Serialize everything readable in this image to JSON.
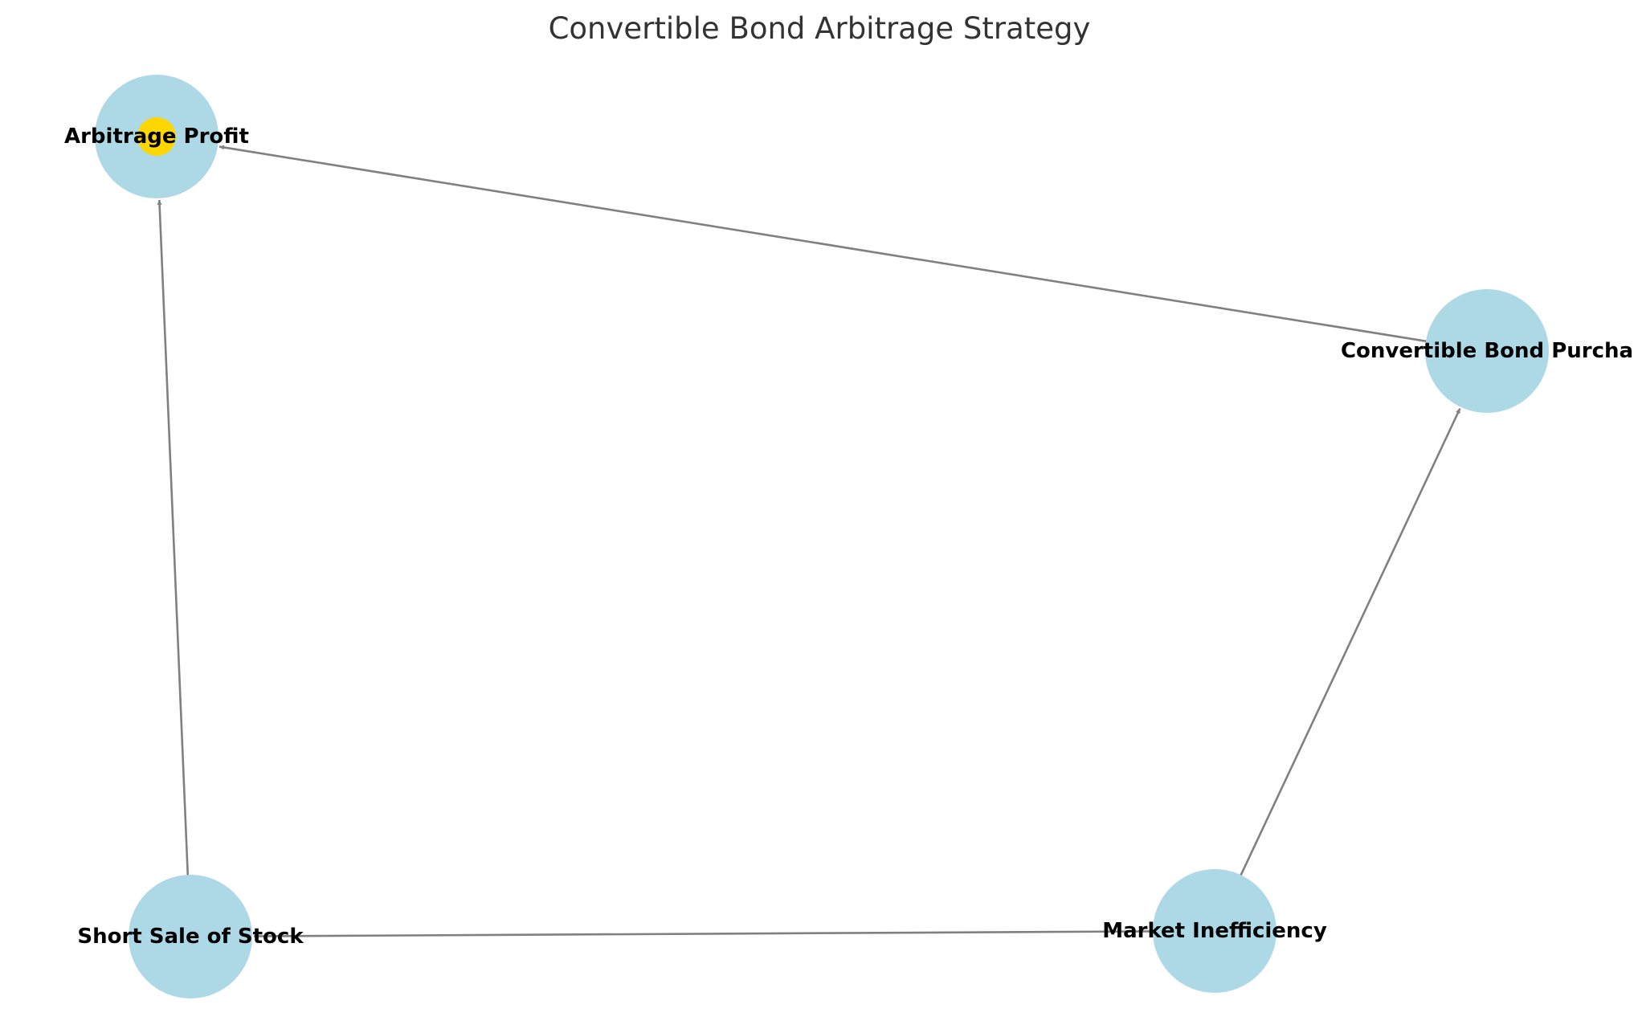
{
  "title": "Convertible Bond Arbitrage Strategy",
  "colors": {
    "node_fill": "#add8e6",
    "highlight_fill": "#ffd700",
    "edge_color": "#808080",
    "label_color": "#000000",
    "title_color": "#333333"
  },
  "nodes": [
    {
      "id": "arbitrage-profit",
      "label": "Arbitrage Profit",
      "highlight": true
    },
    {
      "id": "convertible-bond-purchase",
      "label": "Convertible Bond Purcha",
      "highlight": false
    },
    {
      "id": "short-sale-of-stock",
      "label": "Short Sale of Stock",
      "highlight": false
    },
    {
      "id": "market-inefficiency",
      "label": "Market Inefficiency",
      "highlight": false
    }
  ],
  "edges": [
    {
      "from": "market-inefficiency",
      "to": "convertible-bond-purchase"
    },
    {
      "from": "market-inefficiency",
      "to": "short-sale-of-stock"
    },
    {
      "from": "convertible-bond-purchase",
      "to": "arbitrage-profit"
    },
    {
      "from": "short-sale-of-stock",
      "to": "arbitrage-profit"
    }
  ]
}
